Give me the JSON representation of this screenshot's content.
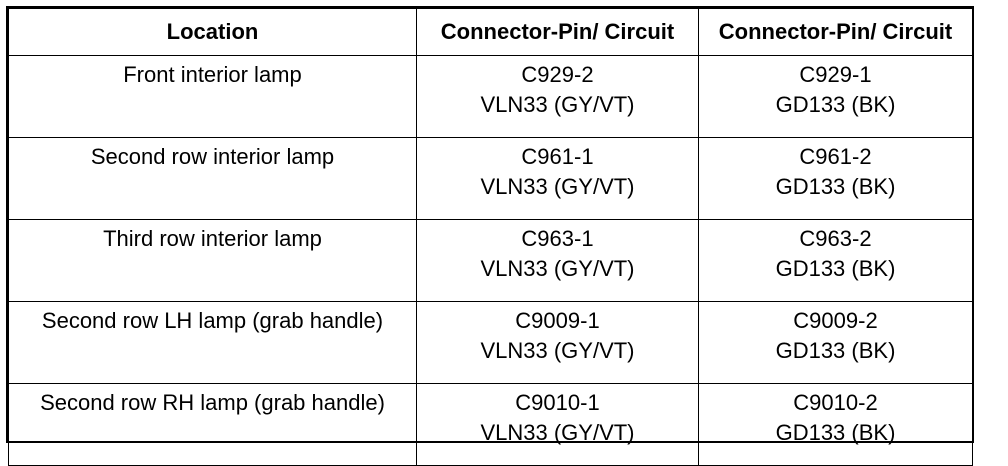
{
  "table": {
    "headers": [
      "Location",
      "Connector-Pin/ Circuit",
      "Connector-Pin/ Circuit"
    ],
    "rows": [
      {
        "location": "Front interior lamp",
        "pin1": "C929-2",
        "circuit1": "VLN33 (GY/VT)",
        "pin2": "C929-1",
        "circuit2": "GD133 (BK)"
      },
      {
        "location": "Second row interior lamp",
        "pin1": "C961-1",
        "circuit1": "VLN33 (GY/VT)",
        "pin2": "C961-2",
        "circuit2": "GD133 (BK)"
      },
      {
        "location": "Third row interior lamp",
        "pin1": "C963-1",
        "circuit1": "VLN33 (GY/VT)",
        "pin2": "C963-2",
        "circuit2": "GD133 (BK)"
      },
      {
        "location": "Second row LH lamp (grab handle)",
        "pin1": "C9009-1",
        "circuit1": "VLN33 (GY/VT)",
        "pin2": "C9009-2",
        "circuit2": "GD133 (BK)"
      },
      {
        "location": "Second row RH lamp (grab handle)",
        "pin1": "C9010-1",
        "circuit1": "VLN33 (GY/VT)",
        "pin2": "C9010-2",
        "circuit2": "GD133 (BK)"
      }
    ]
  }
}
